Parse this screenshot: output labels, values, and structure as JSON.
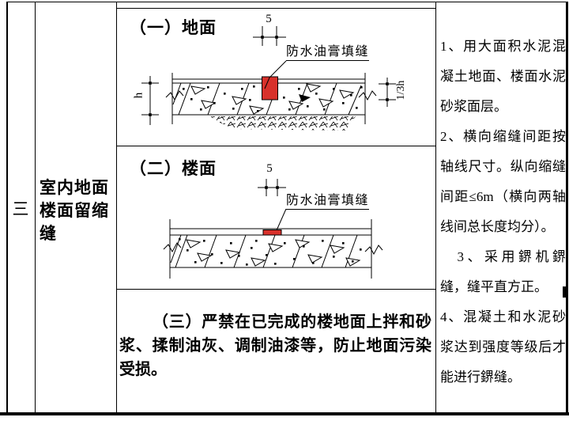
{
  "table": {
    "row_label": "三",
    "item_name": "室内地面楼面留缩缝",
    "sections": [
      {
        "heading": "（一）地面",
        "joint_label": "防水油膏填缝",
        "joint_width_dim": "5",
        "slab_depth_dim": "h",
        "joint_depth_dim": "1/3h"
      },
      {
        "heading": "（二）楼面",
        "joint_label": "防水油膏填缝",
        "joint_width_dim": "5"
      },
      {
        "text": "（三）严禁在已完成的楼地面上拌和砂浆、揉制油灰、调制油漆等，防止地面污染受损。"
      }
    ],
    "notes": [
      "1、用大面积水泥混凝土地面、楼面水泥砂浆面层。",
      "2、横向缩缝间距按轴线尺寸。纵向缩缝间距≤6m（横向两轴线间总长度均分）。",
      "　3、采用鎅机鎅缝，缝平直方正。",
      "4、混凝土和水泥砂浆达到强度等级后才能进行鎅缝。"
    ]
  },
  "colors": {
    "joint_fill": "#d8312b",
    "line": "#000000"
  }
}
